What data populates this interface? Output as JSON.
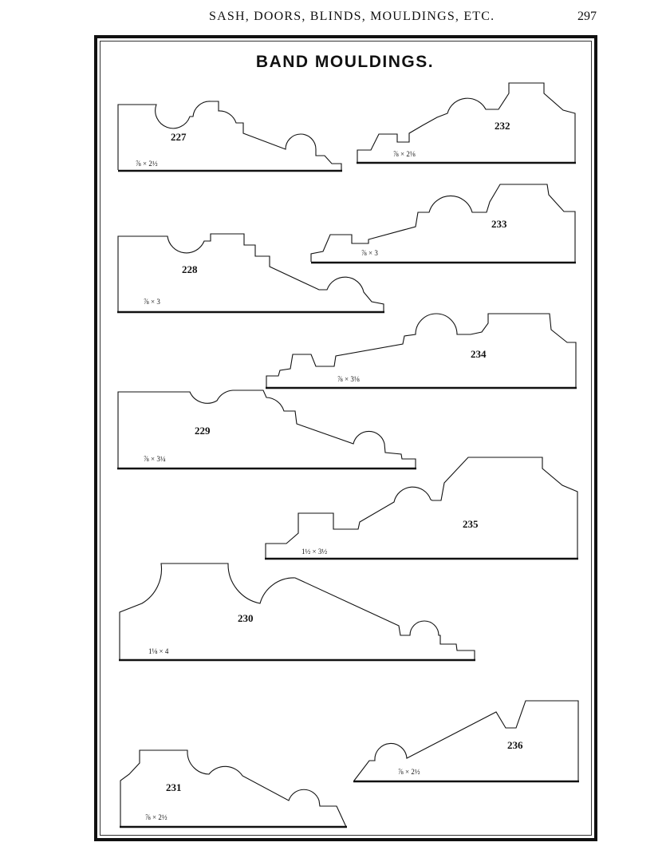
{
  "header": {
    "running_title": "SASH, DOORS, BLINDS, MOULDINGS, ETC.",
    "page_number": "297"
  },
  "plate": {
    "title": "BAND MOULDINGS."
  },
  "mouldings": [
    {
      "number": "227",
      "size": "⅞ × 2½"
    },
    {
      "number": "232",
      "size": "⅞ × 2⅛"
    },
    {
      "number": "233",
      "size": "⅞ × 3"
    },
    {
      "number": "228",
      "size": "⅞ × 3"
    },
    {
      "number": "234",
      "size": "⅞ × 3⅛"
    },
    {
      "number": "229",
      "size": "⅞ × 3¼"
    },
    {
      "number": "235",
      "size": "1½ × 3½"
    },
    {
      "number": "230",
      "size": "1⅛ × 4"
    },
    {
      "number": "236",
      "size": "⅞ × 2½"
    },
    {
      "number": "231",
      "size": "⅞ × 2½"
    }
  ]
}
